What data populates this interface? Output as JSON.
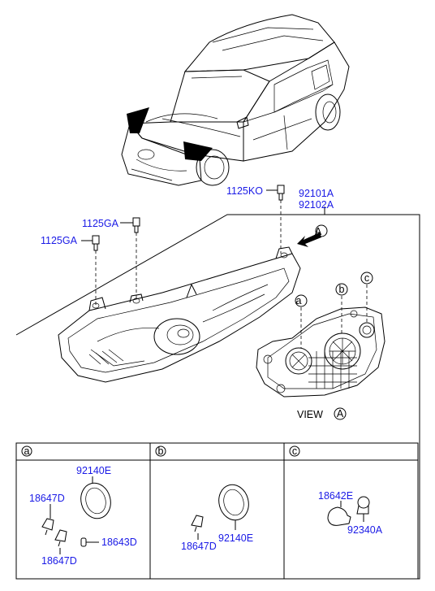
{
  "labels": {
    "assy_left": "92101A",
    "assy_right": "92102A",
    "bolt_ko": "1125KO",
    "bolt_ga_upper": "1125GA",
    "bolt_ga_lower": "1125GA",
    "view_text": "VIEW",
    "view_letter": "A",
    "arrow_letter": "A",
    "callout_a": "a",
    "callout_b": "b",
    "callout_c": "c"
  },
  "table": {
    "headers": [
      "a",
      "b",
      "c"
    ],
    "cell_a": {
      "ring": "92140E",
      "bulb_upper": "18647D",
      "bulb_lower": "18647D",
      "small_bulb": "18643D"
    },
    "cell_b": {
      "bulb": "18647D",
      "ring": "92140E"
    },
    "cell_c": {
      "bulb": "18642E",
      "socket": "92340A"
    }
  },
  "colors": {
    "part_number": "#1a1ae6",
    "line": "#000000",
    "background": "#ffffff"
  }
}
